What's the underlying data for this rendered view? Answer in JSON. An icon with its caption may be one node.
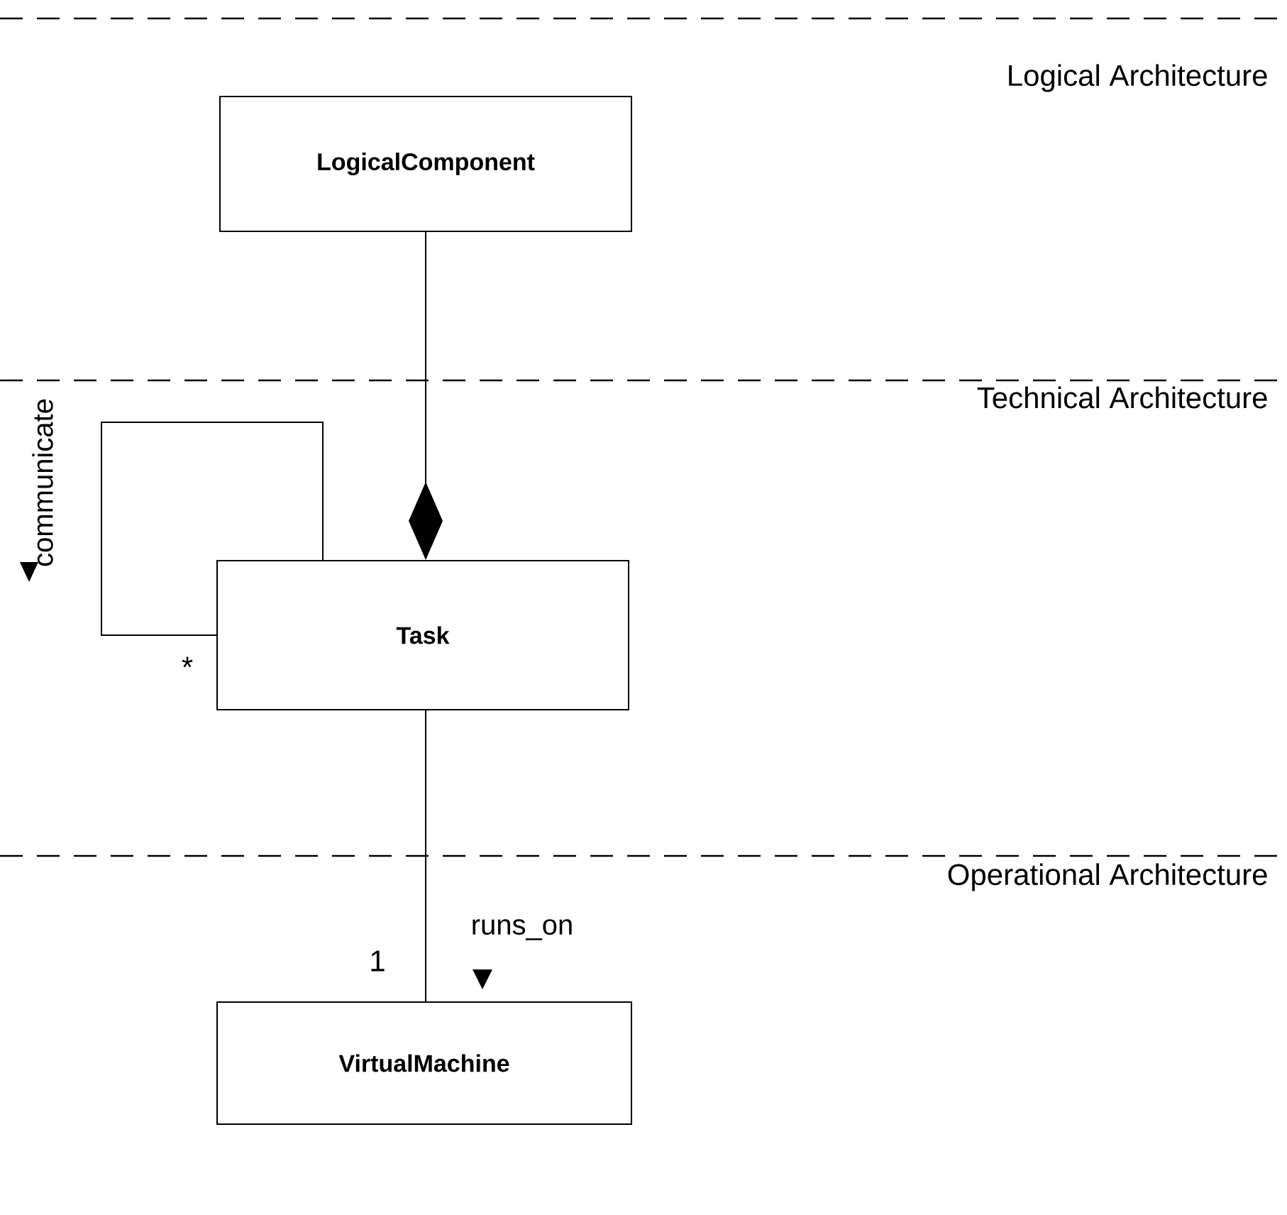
{
  "diagram": {
    "nodes": [
      {
        "text": [
          "LogicalComponent"
        ]
      },
      {
        "text": [
          "Task"
        ]
      },
      {
        "text": [
          "VirtualMachine"
        ]
      }
    ],
    "edges": [
      {
        "from": 0,
        "to": 1,
        "arrow": "other"
      },
      {
        "from": 1,
        "to": 1,
        "arrow": "none",
        "label": "communicate"
      },
      {
        "from": 1,
        "to": 2,
        "arrow": "none",
        "label": "runs_on"
      }
    ],
    "labels": [
      "Logical Architecture",
      "Technical Architecture",
      "*",
      "Operational Architecture",
      "1"
    ]
  }
}
